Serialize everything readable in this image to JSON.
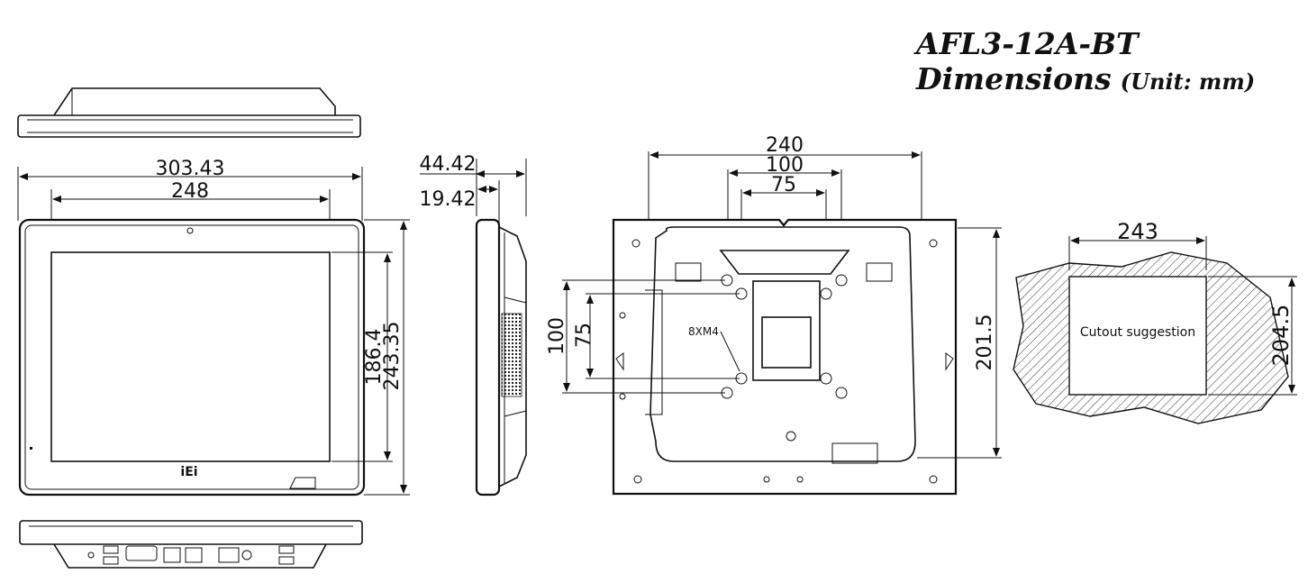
{
  "title": {
    "model": "AFL3-12A-BT",
    "heading": "Dimensions",
    "unit": "(Unit: mm)"
  },
  "front_view": {
    "overall_width": "303.43",
    "display_width": "248",
    "display_height": "186.4",
    "overall_height": "243.35",
    "logo": "iEi"
  },
  "side_view": {
    "overall_depth": "44.42",
    "bezel_depth": "19.42"
  },
  "rear_view": {
    "width_outer": "240",
    "vesa_100_width": "100",
    "vesa_75_width": "75",
    "vesa_100_height": "100",
    "vesa_75_height": "75",
    "screw_label": "8XM4",
    "overall_height": "201.5"
  },
  "cutout": {
    "width": "243",
    "height": "204.5",
    "label": "Cutout suggestion"
  }
}
